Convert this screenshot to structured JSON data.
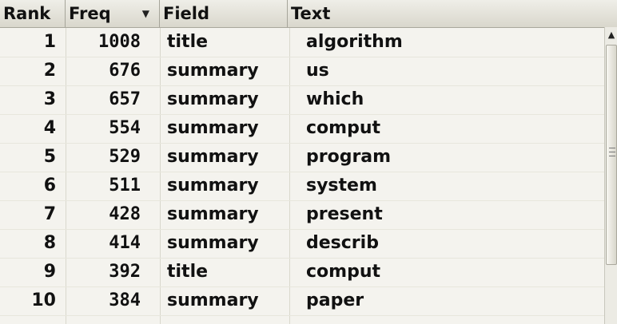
{
  "columns": {
    "rank": "Rank",
    "freq": "Freq",
    "field": "Field",
    "text": "Text"
  },
  "rows": [
    {
      "rank": "1",
      "freq": "1008",
      "field": "title",
      "text": "algorithm"
    },
    {
      "rank": "2",
      "freq": "676",
      "field": "summary",
      "text": "us"
    },
    {
      "rank": "3",
      "freq": "657",
      "field": "summary",
      "text": "which"
    },
    {
      "rank": "4",
      "freq": "554",
      "field": "summary",
      "text": "comput"
    },
    {
      "rank": "5",
      "freq": "529",
      "field": "summary",
      "text": "program"
    },
    {
      "rank": "6",
      "freq": "511",
      "field": "summary",
      "text": "system"
    },
    {
      "rank": "7",
      "freq": "428",
      "field": "summary",
      "text": "present"
    },
    {
      "rank": "8",
      "freq": "414",
      "field": "summary",
      "text": "describ"
    },
    {
      "rank": "9",
      "freq": "392",
      "field": "title",
      "text": "comput"
    },
    {
      "rank": "10",
      "freq": "384",
      "field": "summary",
      "text": "paper"
    }
  ],
  "sort": {
    "column": "freq",
    "direction": "descending",
    "icon": "sort-descending-icon"
  },
  "scrollbar": {
    "up_icon": "scroll-up-arrow-icon",
    "grip_icon": "grip-icon"
  },
  "colors": {
    "background": "#f4f3ee",
    "header": "#dcdad0",
    "text": "#111111"
  }
}
